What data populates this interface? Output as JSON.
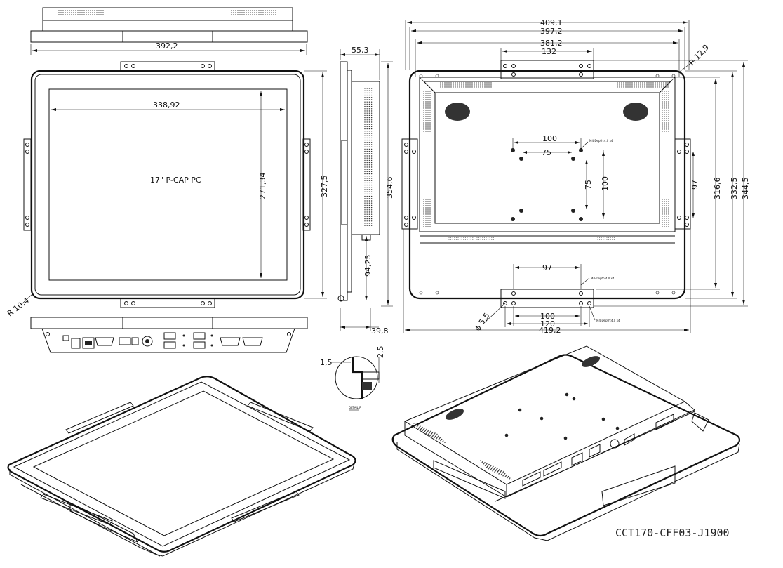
{
  "drawing": {
    "part_number": "CCT170-CFF03-J1900",
    "screen_label": "17\" P-CAP PC",
    "detail_label": "DETAIL R",
    "front_view": {
      "overall_width": "392,2",
      "active_width": "338,92",
      "active_height": "271,34",
      "overall_height": "327,5",
      "corner_radius": "R 10,4"
    },
    "side_view": {
      "depth_top": "55,3",
      "height": "354,6",
      "bracket_offset": "94,25",
      "depth_bottom": "39,8"
    },
    "detail": {
      "step": "1,5",
      "gap": "2,5"
    },
    "rear_view": {
      "width_a": "409,1",
      "width_b": "397,2",
      "width_c": "381,2",
      "bracket_top": "132",
      "radius": "R 12,9",
      "vesa_100_h": "100",
      "vesa_75_h": "75",
      "vesa_75_v": "75",
      "vesa_100_v": "100",
      "bracket_v": "97",
      "height_a": "316,6",
      "height_b": "332,5",
      "height_c": "344,5",
      "bottom_97": "97",
      "bottom_100": "100",
      "bottom_120": "120",
      "overall_bottom": "419,2",
      "hole_dia": "ϕ 5,5",
      "screw_note_1": "M4-Depth:4.0 x4",
      "screw_note_2": "M4-Depth:4.0 x4",
      "screw_note_3": "M4-Depth:4.0 x4"
    }
  }
}
